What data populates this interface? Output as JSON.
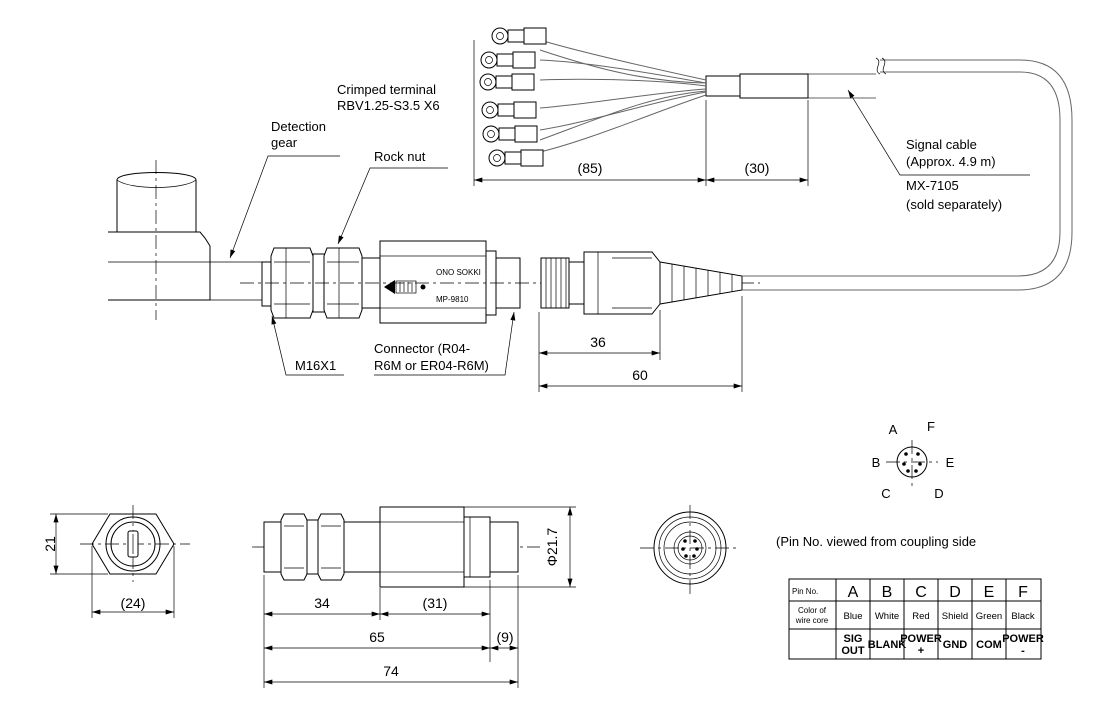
{
  "labels": {
    "crimped_terminal_1": "Crimped terminal",
    "crimped_terminal_2": "RBV1.25-S3.5 X6",
    "detection_gear_1": "Detection",
    "detection_gear_2": "gear",
    "rock_nut": "Rock nut",
    "signal_cable_1": "Signal cable",
    "signal_cable_2": "(Approx. 4.9 m)",
    "signal_cable_3": "MX-7105",
    "signal_cable_4": "(sold separately)",
    "thread": "M16X1",
    "connector_1": "Connector (R04-",
    "connector_2": "R6M or ER04-R6M)",
    "brand": "ONO SOKKI",
    "model": "MP-9810",
    "pin_view_note": "(Pin No. viewed from coupling side"
  },
  "dimensions": {
    "lead_85": "(85)",
    "lead_30": "(30)",
    "plug_36": "36",
    "plug_60": "60",
    "height_21": "21",
    "across_24": "(24)",
    "diameter": "Φ21.7",
    "len_34": "34",
    "len_31": "(31)",
    "len_65": "65",
    "len_9": "(9)",
    "len_74": "74"
  },
  "pins": {
    "A": "A",
    "B": "B",
    "C": "C",
    "D": "D",
    "E": "E",
    "F": "F"
  },
  "pin_table": {
    "row_labels": [
      "Pin No.",
      "Color of",
      "wire core"
    ],
    "pins": [
      "A",
      "B",
      "C",
      "D",
      "E",
      "F"
    ],
    "colors": [
      "Blue",
      "White",
      "Red",
      "Shield",
      "Green",
      "Black"
    ],
    "signals": [
      {
        "l1": "SIG",
        "l2": "OUT"
      },
      {
        "l1": "BLANK",
        "l2": ""
      },
      {
        "l1": "POWER",
        "l2": "+"
      },
      {
        "l1": "GND",
        "l2": ""
      },
      {
        "l1": "COM",
        "l2": ""
      },
      {
        "l1": "POWER",
        "l2": "-"
      }
    ]
  }
}
